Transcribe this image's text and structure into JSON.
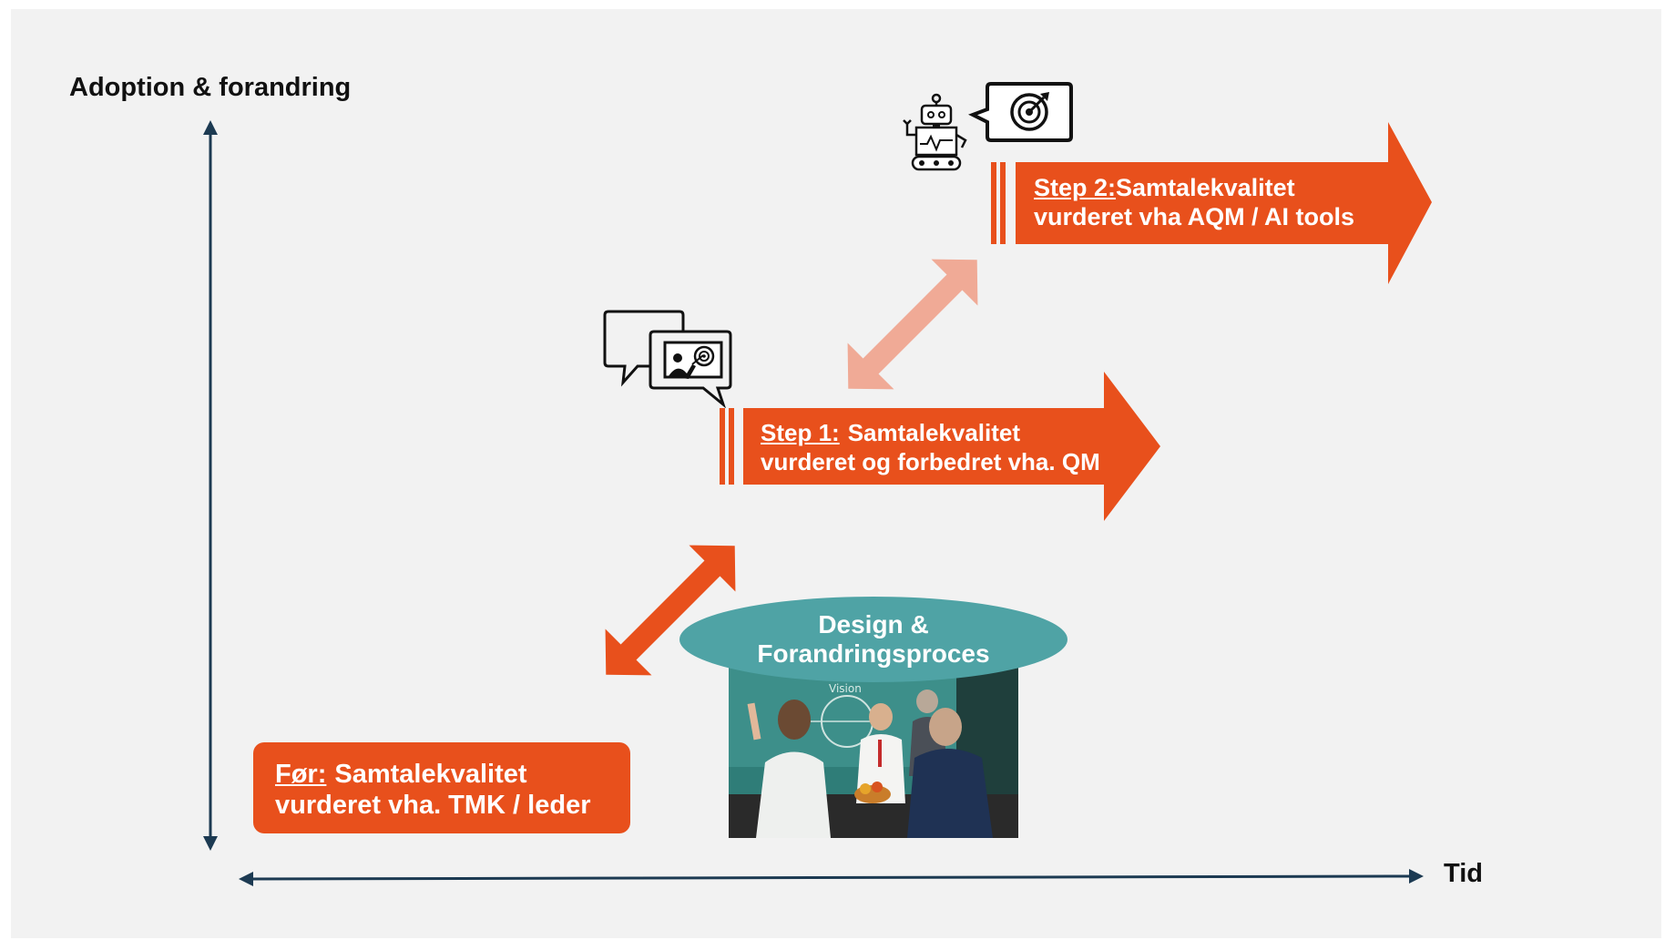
{
  "axis": {
    "y_label": "Adoption & forandring",
    "x_label": "Tid"
  },
  "before": {
    "prefix": "Før:",
    "line1": "Samtalekvalitet",
    "line2": "vurderet vha. TMK / leder"
  },
  "step1": {
    "prefix": "Step 1:",
    "line1": "Samtalekvalitet",
    "line2": "vurderet og forbedret vha. QM"
  },
  "step2": {
    "prefix": "Step 2:",
    "line1": "Samtalekvalitet",
    "line2": "vurderet vha AQM / AI tools"
  },
  "process": {
    "line1": "Design &",
    "line2": "Forandringsproces"
  },
  "icons": {
    "step1_icon": "chat-presentation-target-icon",
    "step2_icon": "robot-chat-target-icon"
  },
  "colors": {
    "orange": "#e8501c",
    "light_orange": "#f0aa96",
    "teal": "#4fa3a5",
    "axis": "#1c3a52",
    "background": "#f2f2f2"
  }
}
